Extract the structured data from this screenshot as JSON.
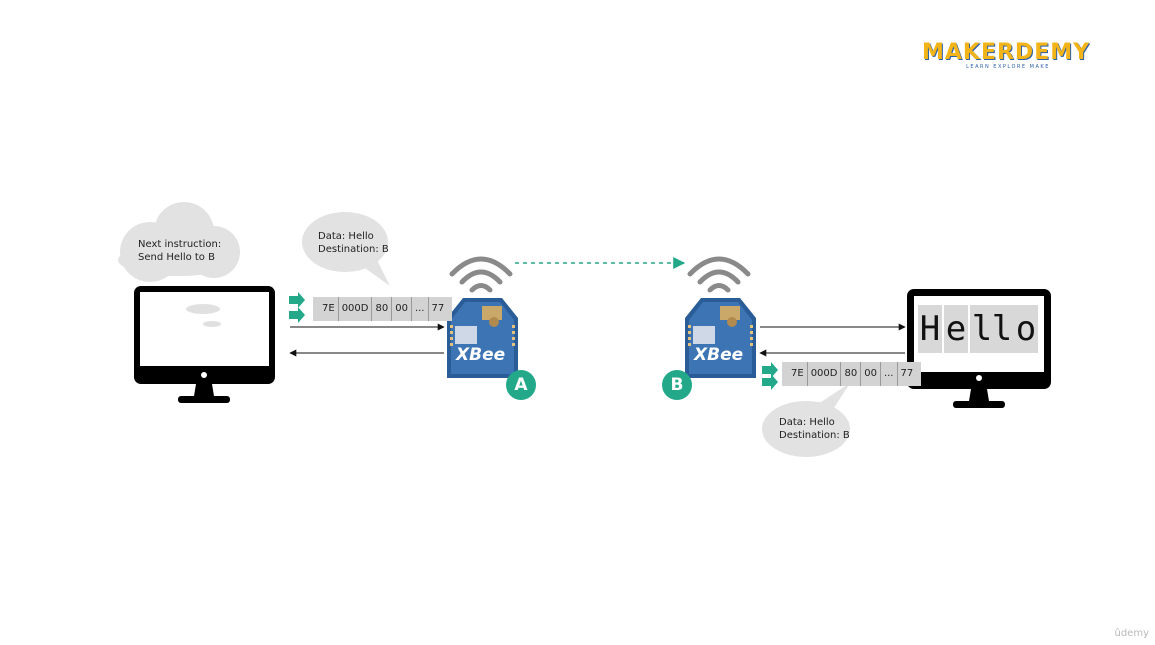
{
  "logo": {
    "name": "MAKERDEMY",
    "tagline": "LEARN EXPLORE MAKE"
  },
  "cloud": {
    "line1": "Next instruction:",
    "line2": "Send Hello to B"
  },
  "bubble_a": {
    "line1": "Data: Hello",
    "line2": "Destination: B"
  },
  "bubble_b": {
    "line1": "Data: Hello",
    "line2": "Destination: B"
  },
  "packet_a": [
    "7E",
    "000D",
    "80",
    "00",
    "...",
    "77"
  ],
  "packet_b": [
    "7E",
    "000D",
    "80",
    "00",
    "...",
    "77"
  ],
  "xbee_brand": "XBee",
  "node_a": "A",
  "node_b": "B",
  "screen_text": [
    "H",
    "e",
    "l",
    "l",
    "o"
  ],
  "watermark": "ûdemy",
  "colors": {
    "accent_teal": "#23a98a",
    "packet_gray": "#d3d3d3",
    "bubble_gray": "#e2e2e2",
    "monitor_black": "#000000",
    "xbee_blue": "#2a5d98",
    "logo_yellow": "#f2b418",
    "logo_blue": "#2b5fa8"
  }
}
